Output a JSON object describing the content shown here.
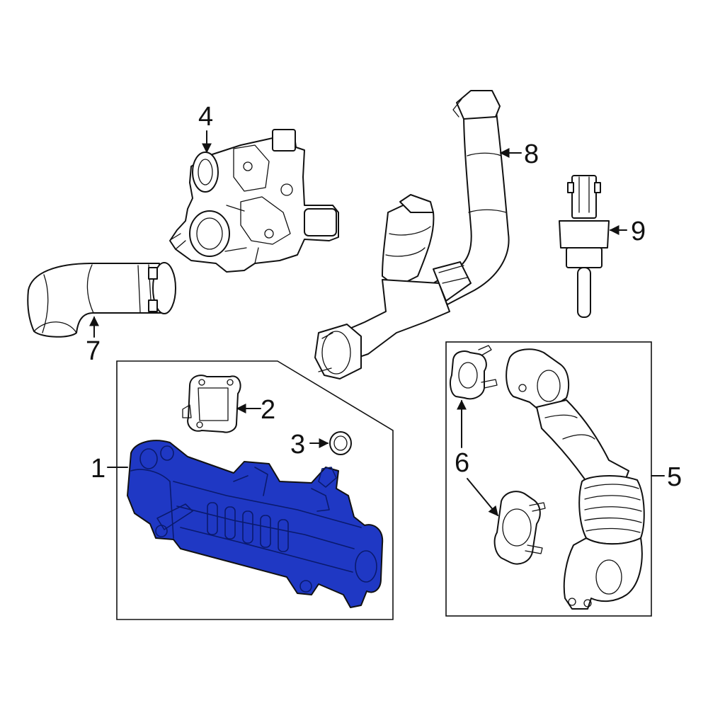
{
  "colors": {
    "highlight": "#1f38c4",
    "outline": "#111111",
    "background": "#ffffff"
  },
  "callouts": {
    "c1": "1",
    "c2": "2",
    "c3": "3",
    "c4": "4",
    "c5": "5",
    "c6": "6",
    "c7": "7",
    "c8": "8",
    "c9": "9"
  }
}
